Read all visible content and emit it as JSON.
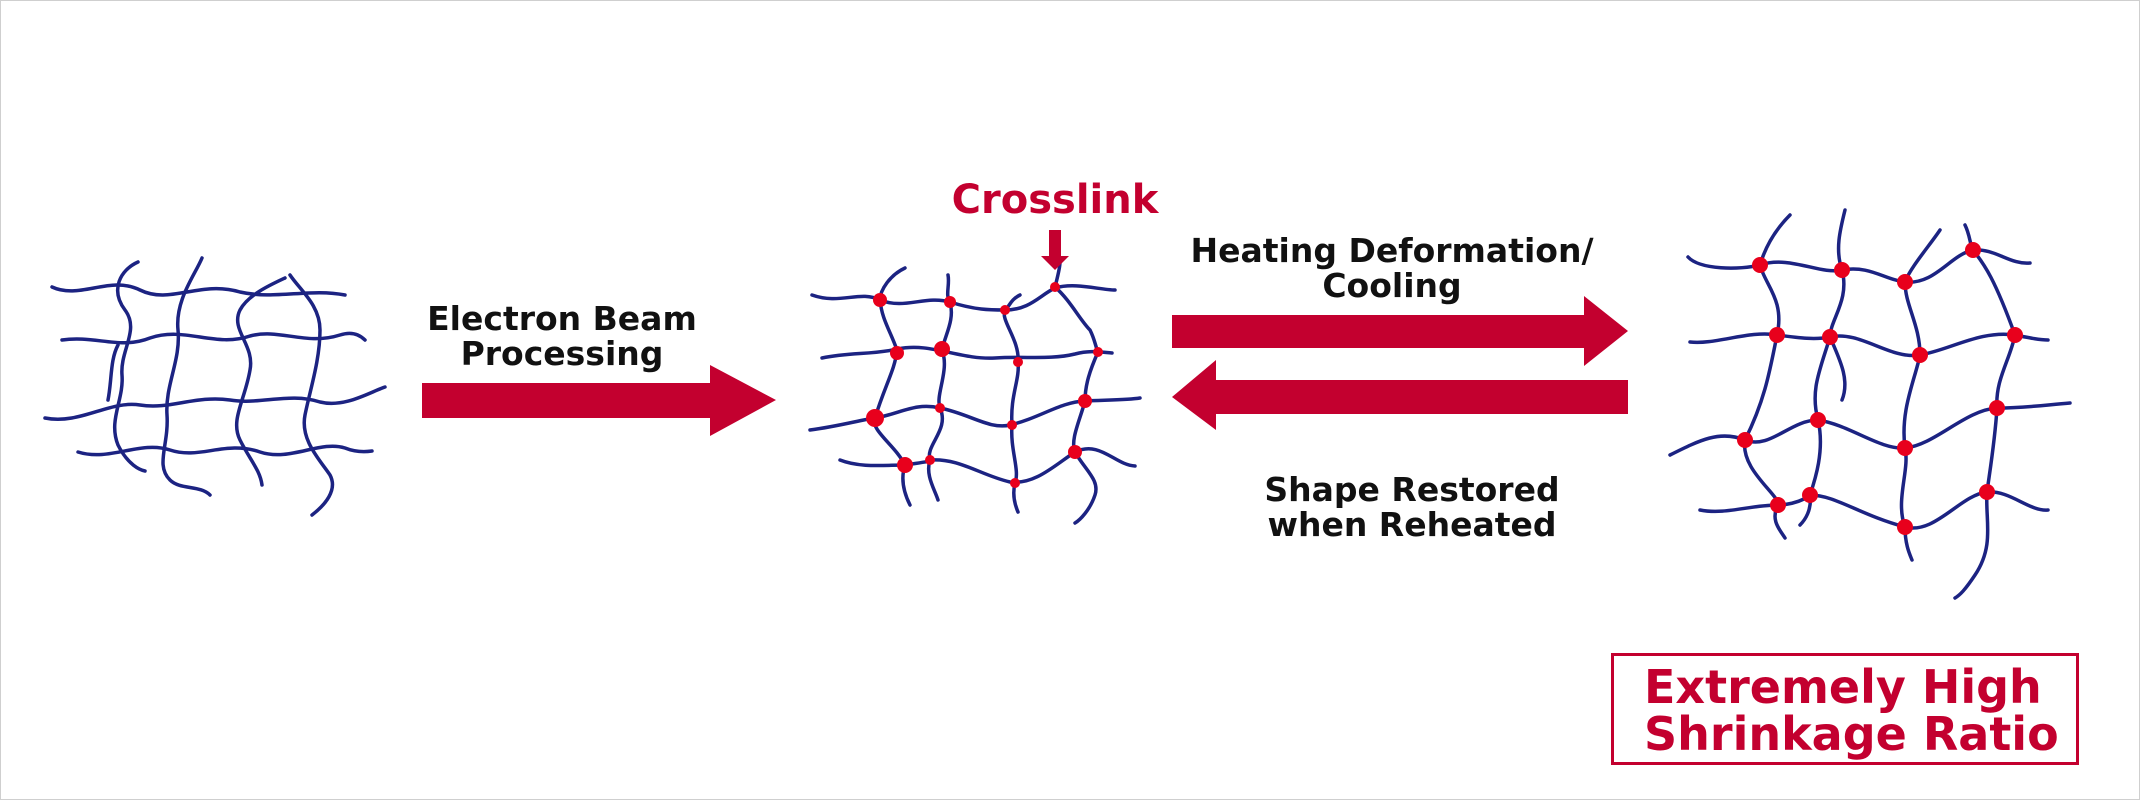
{
  "colors": {
    "accent": "#c3002f",
    "polymer_chain": "#1c2382",
    "crosslink_dot": "#e8001c"
  },
  "labels": {
    "electron_beam": "Electron Beam\nProcessing",
    "crosslink": "Crosslink",
    "heating": "Heating Deformation/\nCooling",
    "restored": "Shape Restored\nwhen Reheated",
    "result": "Extremely High\nShrinkage Ratio"
  },
  "icons": {
    "polymer_uncrosslinked": "polymer-network-icon",
    "polymer_crosslinked": "crosslinked-network-icon",
    "polymer_expanded": "expanded-network-icon",
    "arrow_right": "arrow-right-icon",
    "arrow_left": "arrow-left-icon",
    "arrow_down": "arrow-down-icon"
  }
}
